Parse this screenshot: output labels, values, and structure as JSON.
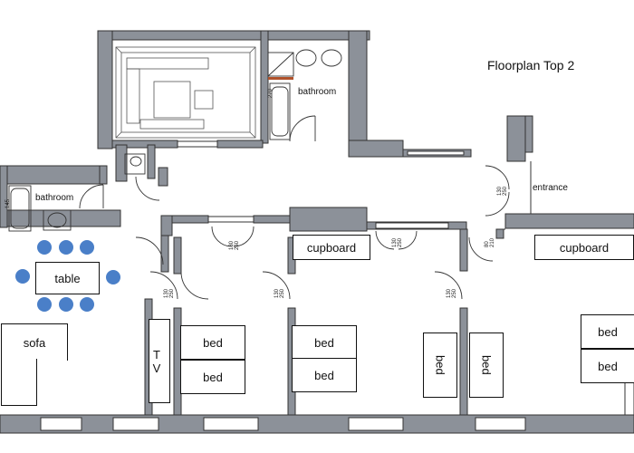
{
  "title": "Floorplan Top 2",
  "labels": {
    "bathroom_top": "bathroom",
    "bathroom_left": "bathroom",
    "entrance": "entrance",
    "cupboard_1": "cupboard",
    "cupboard_2": "cupboard",
    "table": "table",
    "sofa": "sofa",
    "tv": "TV",
    "bed": "bed"
  },
  "dimensions": {
    "d_130_250": "130\n250",
    "d_145": "145",
    "d_270": "270",
    "d_80_210": "80\n210"
  },
  "colors": {
    "wall": "#8a8f97",
    "chair": "#4a7fc8"
  }
}
